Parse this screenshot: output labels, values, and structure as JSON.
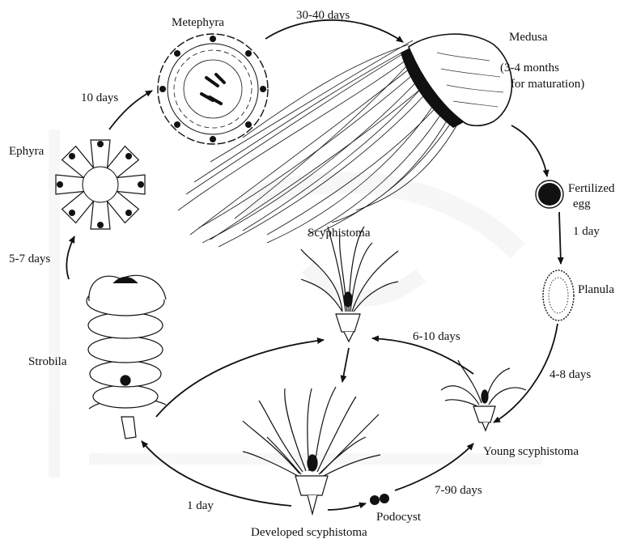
{
  "stages": {
    "medusa": "Medusa",
    "medusa_note_line1": "(3-4 months",
    "medusa_note_line2": "for maturation)",
    "metephyra": "Metephyra",
    "ephyra": "Ephyra",
    "strobila": "Strobila",
    "fertilized_egg_line1": "Fertilized",
    "fertilized_egg_line2": "egg",
    "planula": "Planula",
    "scyphistoma": "Scyphistoma",
    "young_scyphistoma": "Young scyphistoma",
    "developed_scyphistoma": "Developed scyphistoma",
    "podocyst": "Podocyst"
  },
  "durations": {
    "metephyra_to_medusa": "30-40 days",
    "ephyra_to_metephyra": "10 days",
    "strobila_to_ephyra": "5-7 days",
    "egg_to_planula": "1 day",
    "planula_to_young": "4-8 days",
    "young_to_scyphistoma": "6-10 days",
    "podocyst_to_young": "7-90 days",
    "developed_to_strobila": "1 day"
  },
  "colors": {
    "ink": "#111111",
    "background": "#ffffff",
    "watermark": "#f2f2f2"
  }
}
